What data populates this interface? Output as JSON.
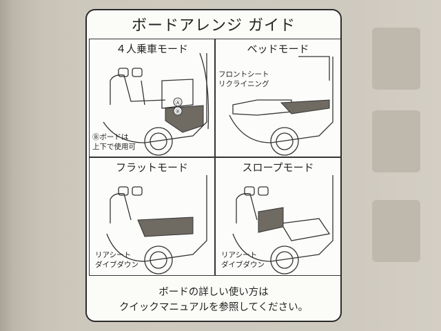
{
  "title": "ボードアレンジ ガイド",
  "panels": [
    {
      "title": "４人乗車モード",
      "markers": [
        "Ⓐ",
        "Ⓑ"
      ],
      "note_line1": "Ⓑボードは",
      "note_line2": "上下で使用可"
    },
    {
      "title": "ベッドモード",
      "note_line1": "フロントシート",
      "note_line2": "リクライニング"
    },
    {
      "title": "フラットモード",
      "note_line1": "リアシート",
      "note_line2": "ダイブダウン"
    },
    {
      "title": "スロープモード",
      "note_line1": "リアシート",
      "note_line2": "ダイブダウン"
    }
  ],
  "footer": {
    "line1": "ボードの詳しい使い方は",
    "line2": "クイックマニュアルを参照してください。"
  }
}
